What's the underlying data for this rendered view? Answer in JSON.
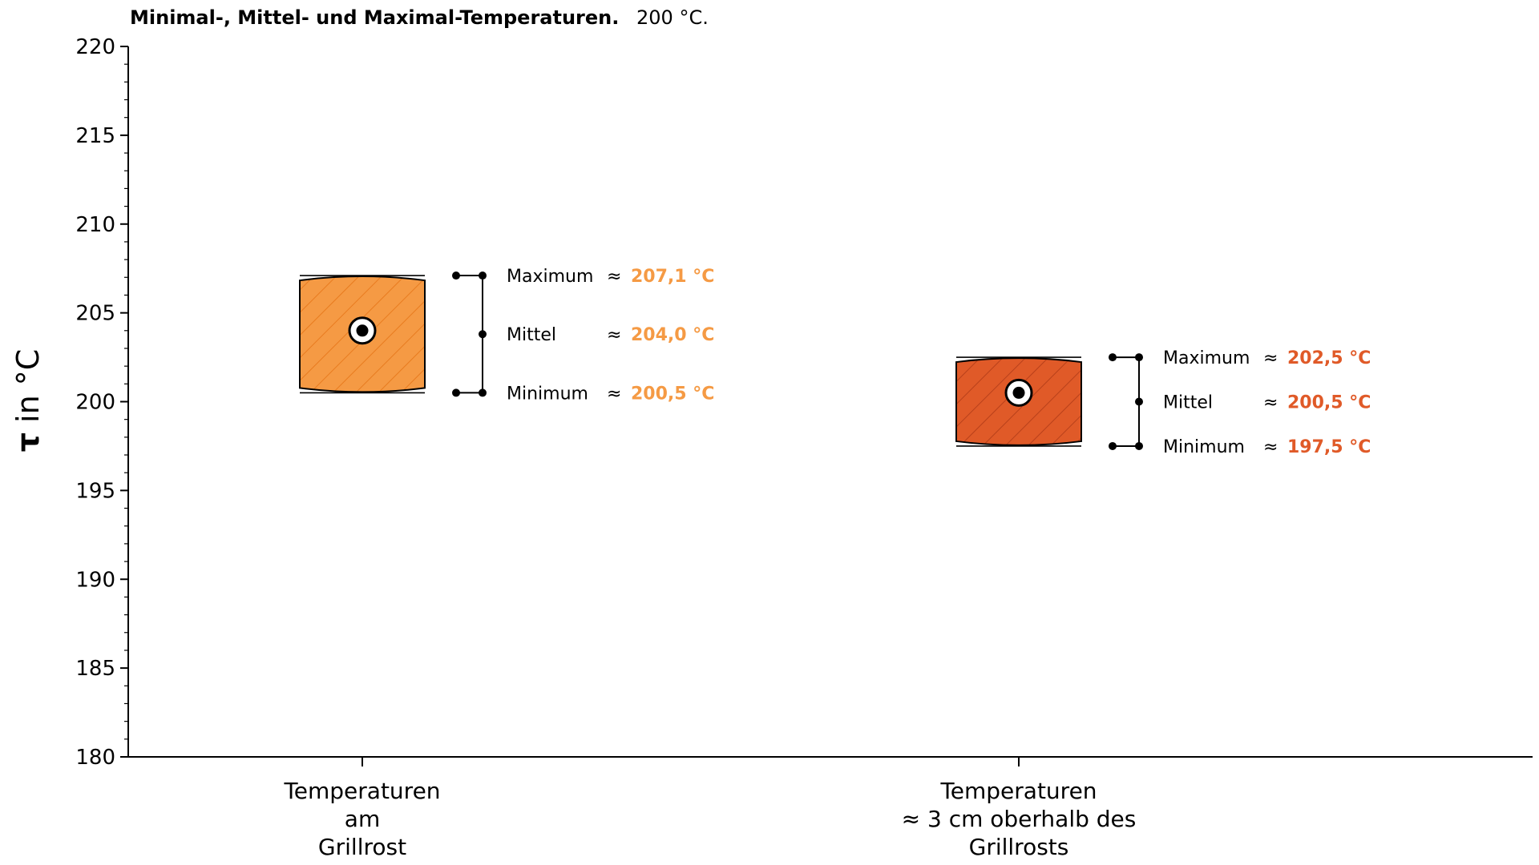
{
  "chart_data": {
    "type": "box",
    "title": "Minimal-, Mittel- und Maximal-Temperaturen.",
    "subtitle": "200 °C.",
    "ylabel_symbol": "τ",
    "ylabel_rest": " in °C",
    "ylim": [
      180,
      220
    ],
    "yticks": [
      180,
      185,
      190,
      195,
      200,
      205,
      210,
      215,
      220
    ],
    "grid": false,
    "categories": [
      {
        "lines": [
          "Temperaturen",
          "am",
          "Grillrost"
        ],
        "min": 200.5,
        "mean": 204.0,
        "max": 207.1,
        "color": "#f59a44",
        "hatch": "#e87b1f",
        "labels": {
          "max": "Maximum",
          "mean": "Mittel",
          "min": "Minimum",
          "approx": "≈",
          "max_val": "207,1 °C",
          "mean_val": "204,0 °C",
          "min_val": "200,5 °C"
        }
      },
      {
        "lines": [
          "Temperaturen",
          "≈ 3 cm oberhalb des",
          "Grillrosts"
        ],
        "min": 197.5,
        "mean": 200.5,
        "max": 202.5,
        "color": "#e05a28",
        "hatch": "#b8401a",
        "labels": {
          "max": "Maximum",
          "mean": "Mittel",
          "min": "Minimum",
          "approx": "≈",
          "max_val": "202,5 °C",
          "mean_val": "200,5 °C",
          "min_val": "197,5 °C"
        }
      }
    ]
  }
}
